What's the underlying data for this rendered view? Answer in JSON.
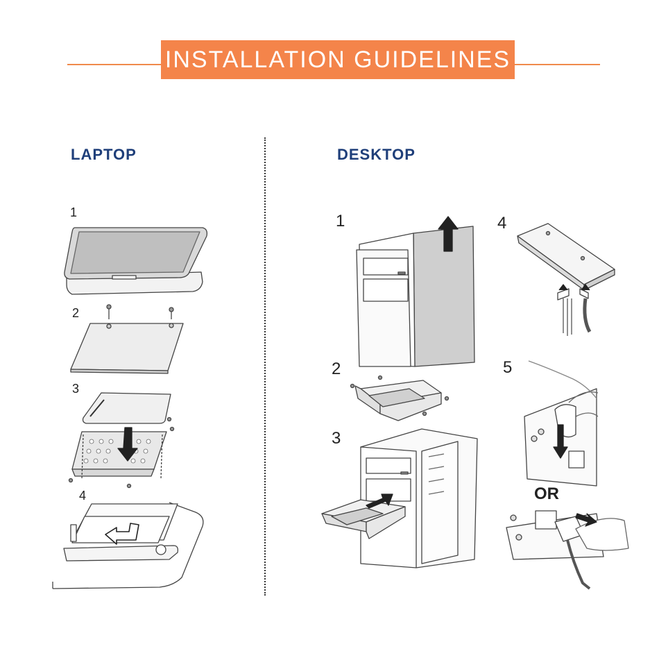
{
  "header": {
    "title": "INSTALLATION GUIDELINES"
  },
  "sections": {
    "laptop": {
      "heading": "LAPTOP",
      "steps": [
        "1",
        "2",
        "3",
        "4"
      ]
    },
    "desktop": {
      "heading": "DESKTOP",
      "steps": [
        "1",
        "2",
        "3",
        "4",
        "5"
      ],
      "or_label": "OR"
    }
  },
  "colors": {
    "accent": "#f4844a",
    "heading": "#1f3f7a"
  }
}
